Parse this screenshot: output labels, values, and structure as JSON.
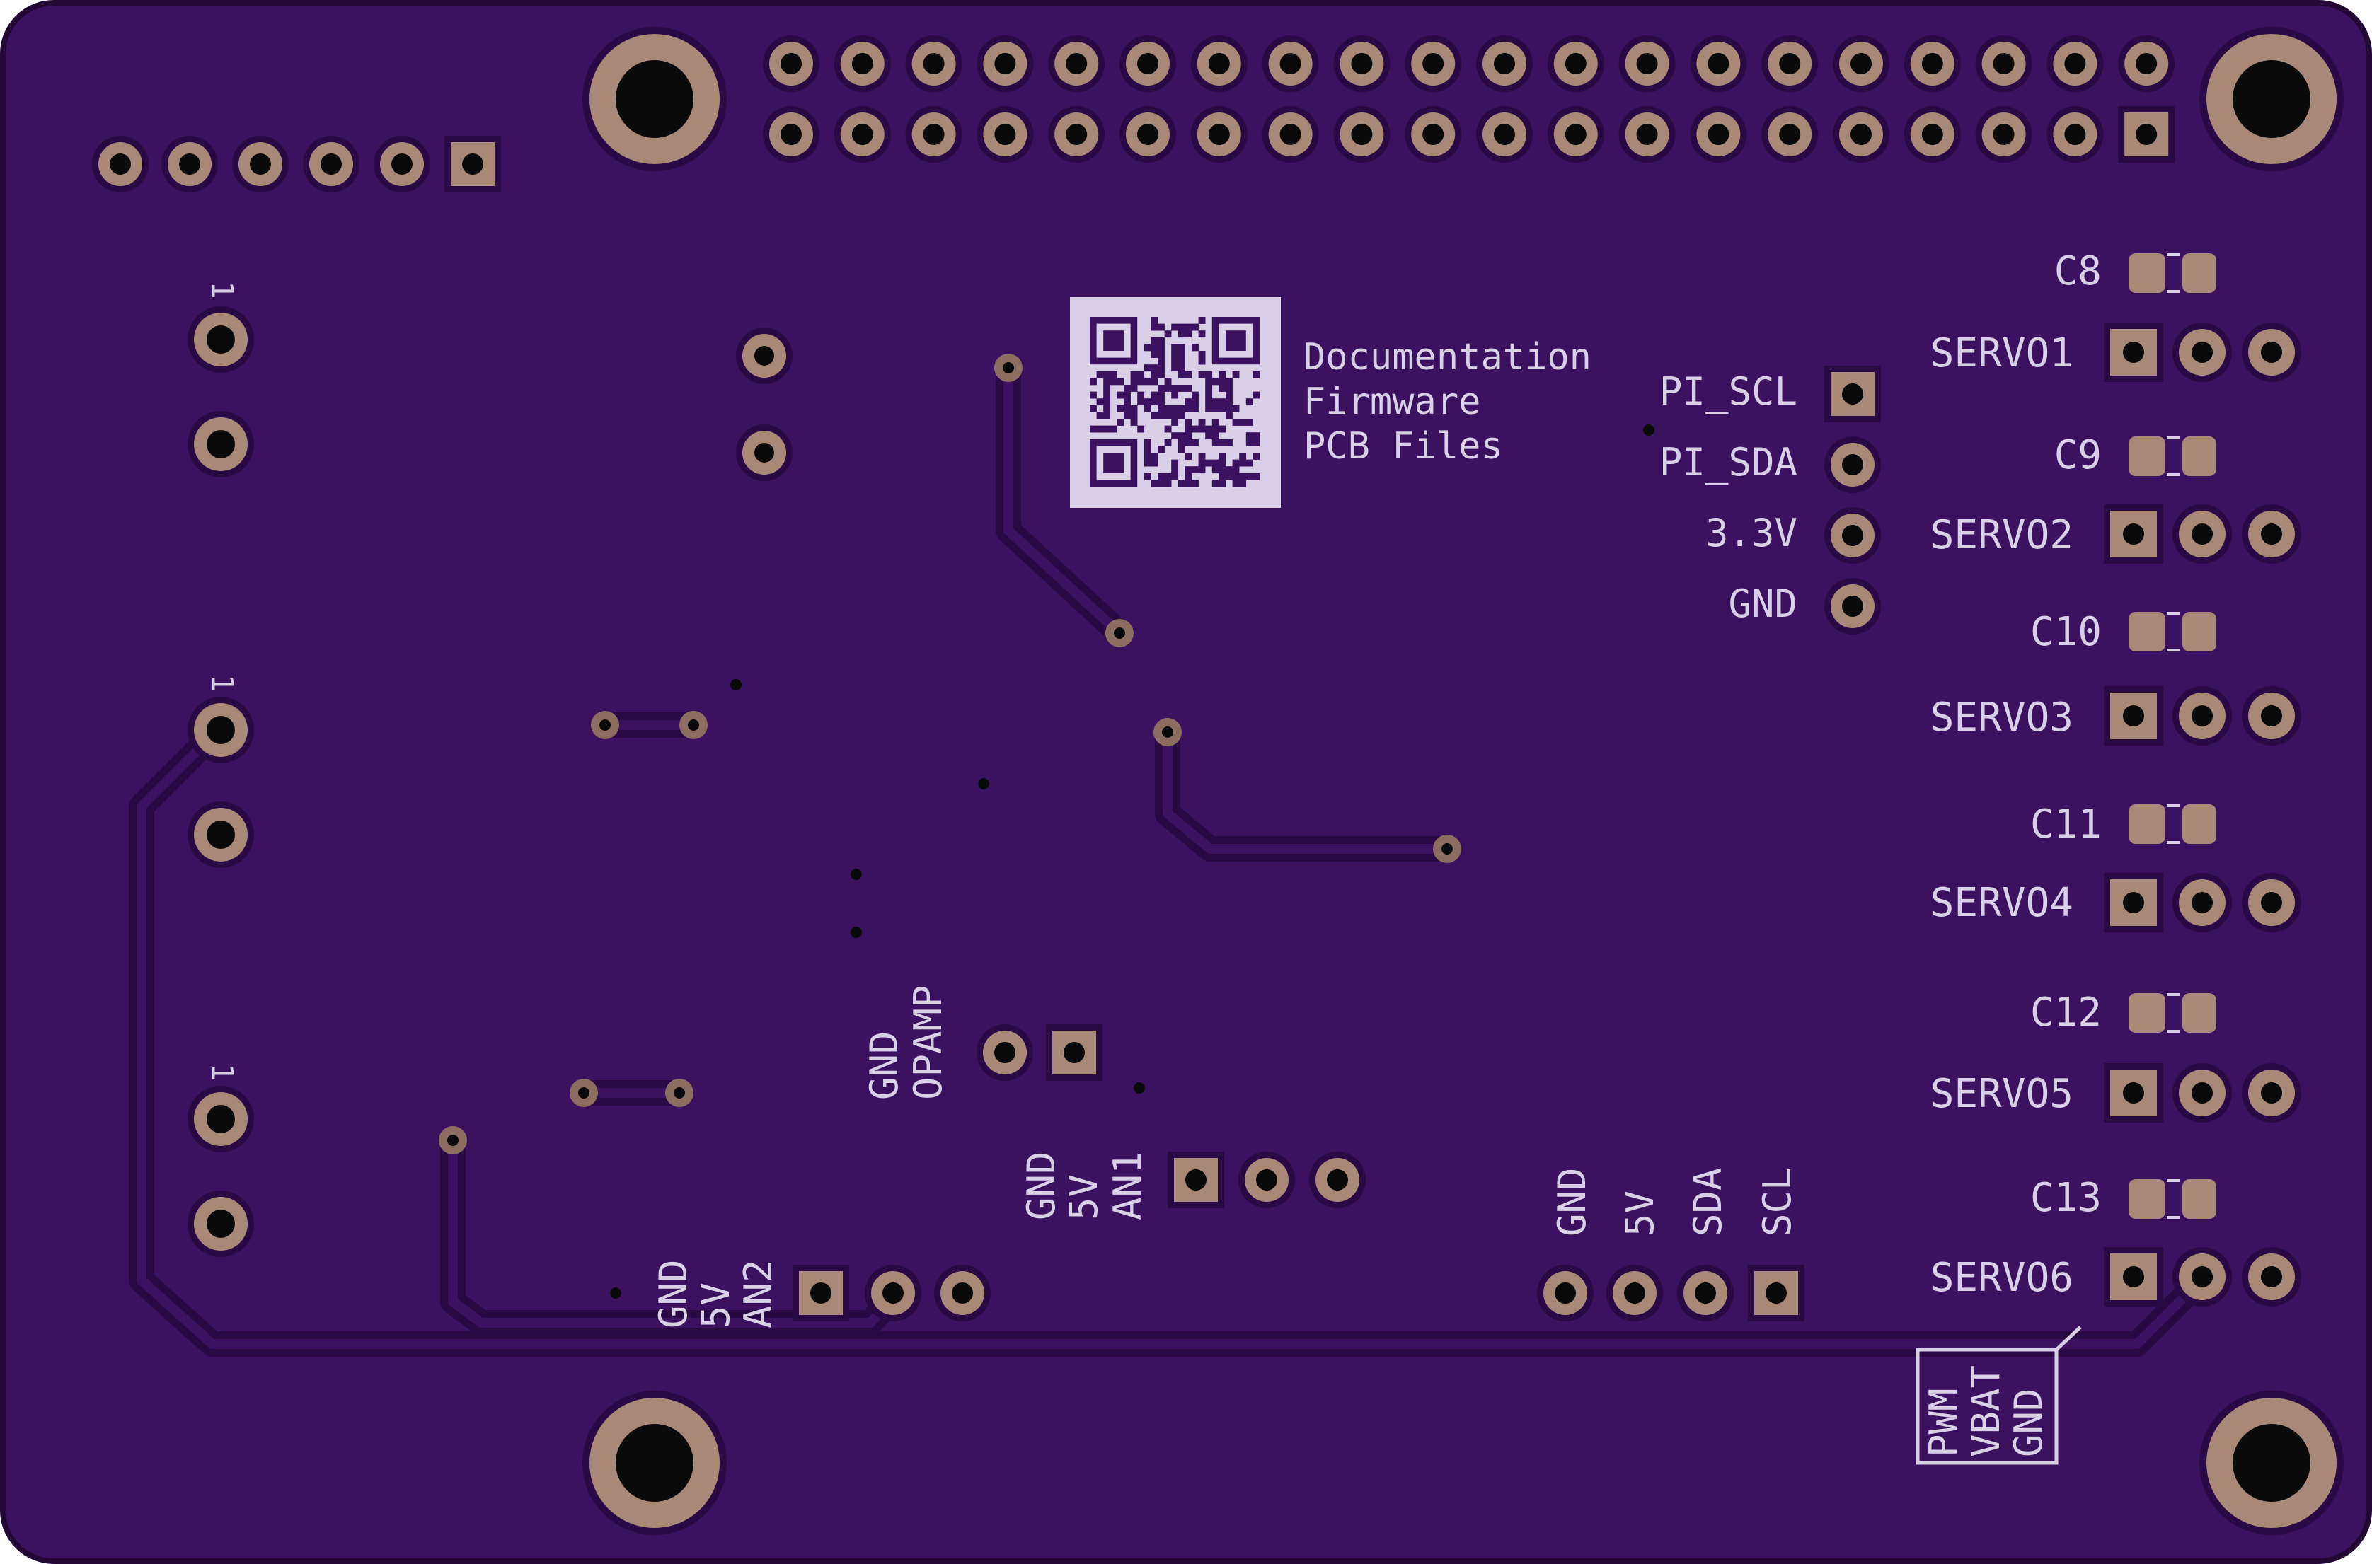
{
  "colors": {
    "board": "#3b1260",
    "board_edge": "#230836",
    "copper_pour_edge": "#2a0a45",
    "pad": "#a88877",
    "pad_dark": "#8c6e60",
    "drill": "#0a0a0a",
    "silkscreen": "#d9cfe6",
    "qr_bg": "#d9cfe6",
    "qr_fg": "#3b1260"
  },
  "qr_caption": [
    "Documentation",
    "Firmware",
    "PCB Files"
  ],
  "pi_header": [
    "PI_SCL",
    "PI_SDA",
    "3.3V",
    "GND"
  ],
  "capacitors": [
    "C8",
    "C9",
    "C10",
    "C11",
    "C12",
    "C13"
  ],
  "servos": [
    "SERVO1",
    "SERVO2",
    "SERVO3",
    "SERVO4",
    "SERVO5",
    "SERVO6"
  ],
  "servo_legend": [
    "PWM",
    "VBAT",
    "GND"
  ],
  "opamp_header": [
    "GND",
    "OPAMP"
  ],
  "an1_header": [
    "GND",
    "5V",
    "AN1"
  ],
  "an2_header": [
    "GND",
    "5V",
    "AN2"
  ],
  "i2c_header": [
    "GND",
    "5V",
    "SDA",
    "SCL"
  ],
  "pin1_marker": "1"
}
